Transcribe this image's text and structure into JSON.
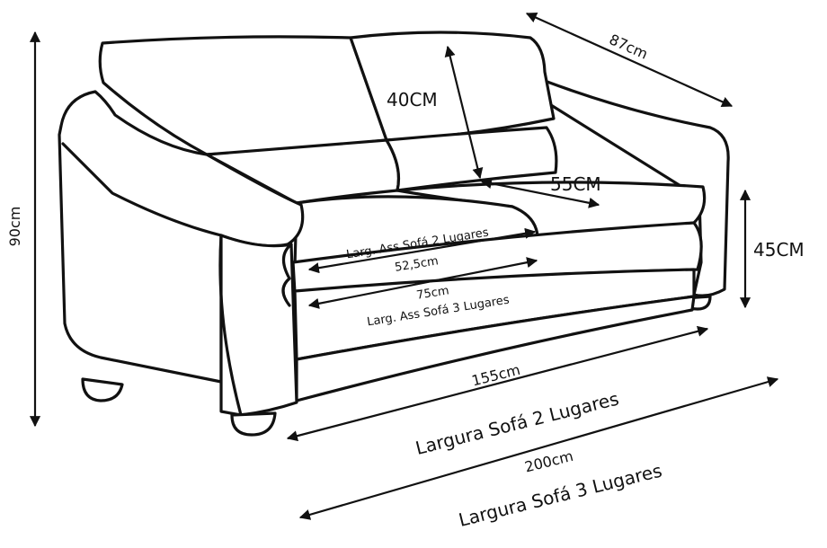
{
  "dimensions": {
    "height_total": "90cm",
    "depth": "87cm",
    "backrest_height": "40CM",
    "seat_depth": "55CM",
    "seat_height": "45CM",
    "seat_width_2_label": "Larg. Ass Sofá 2 Lugares",
    "seat_width_2_value": "52,5cm",
    "seat_width_3_value": "75cm",
    "seat_width_3_label": "Larg. Ass Sofá 3 Lugares",
    "width_2_value": "155cm",
    "width_2_label": "Largura Sofá 2 Lugares",
    "width_3_value": "200cm",
    "width_3_label": "Largura Sofá 3 Lugares"
  },
  "colors": {
    "line": "#111111",
    "background": "#ffffff"
  }
}
